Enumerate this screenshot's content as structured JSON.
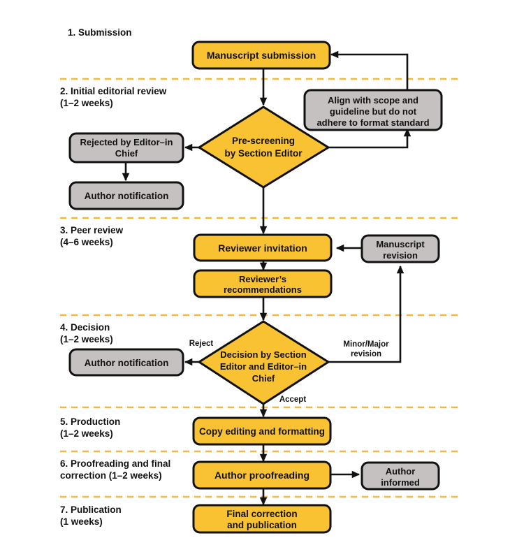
{
  "title": "Journal editorial workflow flowchart",
  "colors": {
    "amber": "#F8C233",
    "gray": "#C5C1C1",
    "outline": "#111111",
    "divider": "#F2B93C",
    "background": "#FFFFFF"
  },
  "sections": [
    {
      "id": "sec1",
      "line1": "1. Submission",
      "line2": ""
    },
    {
      "id": "sec2",
      "line1": "2. Initial editorial review",
      "line2": "(1–2 weeks)"
    },
    {
      "id": "sec3",
      "line1": "3. Peer review",
      "line2": "(4–6 weeks)"
    },
    {
      "id": "sec4",
      "line1": "4. Decision",
      "line2": "(1–2 weeks)"
    },
    {
      "id": "sec5",
      "line1": "5. Production",
      "line2": "(1–2 weeks)"
    },
    {
      "id": "sec6",
      "line1": "6. Proofreading and final",
      "line2": "correction (1–2 weeks)"
    },
    {
      "id": "sec7",
      "line1": "7. Publication",
      "line2": "(1 weeks)"
    }
  ],
  "nodes": {
    "manuscript_submission": {
      "label": "Manuscript submission",
      "shape": "rounded-rect",
      "fill": "amber"
    },
    "align_with_scope": {
      "label": "Align with scope and guideline but do not adhere to format standard",
      "line1": "Align with scope and",
      "line2": "guideline but do not",
      "line3": "adhere to format standard",
      "shape": "rounded-rect",
      "fill": "gray"
    },
    "pre_screening": {
      "label": "Pre-screening by Section Editor",
      "line1": "Pre-screening",
      "line2": "by Section Editor",
      "shape": "diamond",
      "fill": "amber"
    },
    "rejected_by_eic": {
      "label": "Rejected by Editor-in Chief",
      "line1": "Rejected by Editor–in",
      "line2": "Chief",
      "shape": "rounded-rect",
      "fill": "gray"
    },
    "author_notification_1": {
      "label": "Author notification",
      "shape": "rounded-rect",
      "fill": "gray"
    },
    "reviewer_invitation": {
      "label": "Reviewer invitation",
      "shape": "rounded-rect",
      "fill": "amber"
    },
    "manuscript_revision": {
      "label": "Manuscript revision",
      "line1": "Manuscript",
      "line2": "revision",
      "shape": "rounded-rect",
      "fill": "gray"
    },
    "reviewers_recommendations": {
      "label": "Reviewer’s recommendations",
      "line1": "Reviewer’s",
      "line2": "recommendations",
      "shape": "rounded-rect",
      "fill": "amber"
    },
    "decision_by_editors": {
      "label": "Decision by Section Editor and Editor-in Chief",
      "line1": "Decision by Section",
      "line2": "Editor and Editor–in",
      "line3": "Chief",
      "shape": "diamond",
      "fill": "amber"
    },
    "author_notification_2": {
      "label": "Author notification",
      "shape": "rounded-rect",
      "fill": "gray"
    },
    "copy_editing": {
      "label": "Copy editing and formatting",
      "shape": "rounded-rect",
      "fill": "amber"
    },
    "author_proofreading": {
      "label": "Author proofreading",
      "shape": "rounded-rect",
      "fill": "amber"
    },
    "author_informed": {
      "label": "Author informed",
      "line1": "Author",
      "line2": "informed",
      "shape": "rounded-rect",
      "fill": "gray"
    },
    "final_correction": {
      "label": "Final correction and publication",
      "line1": "Final correction",
      "line2": "and publication",
      "shape": "rounded-rect",
      "fill": "amber"
    }
  },
  "edge_labels": {
    "reject": "Reject",
    "accept": "Accept",
    "minor_major_1": "Minor/Major",
    "minor_major_2": "revision"
  }
}
